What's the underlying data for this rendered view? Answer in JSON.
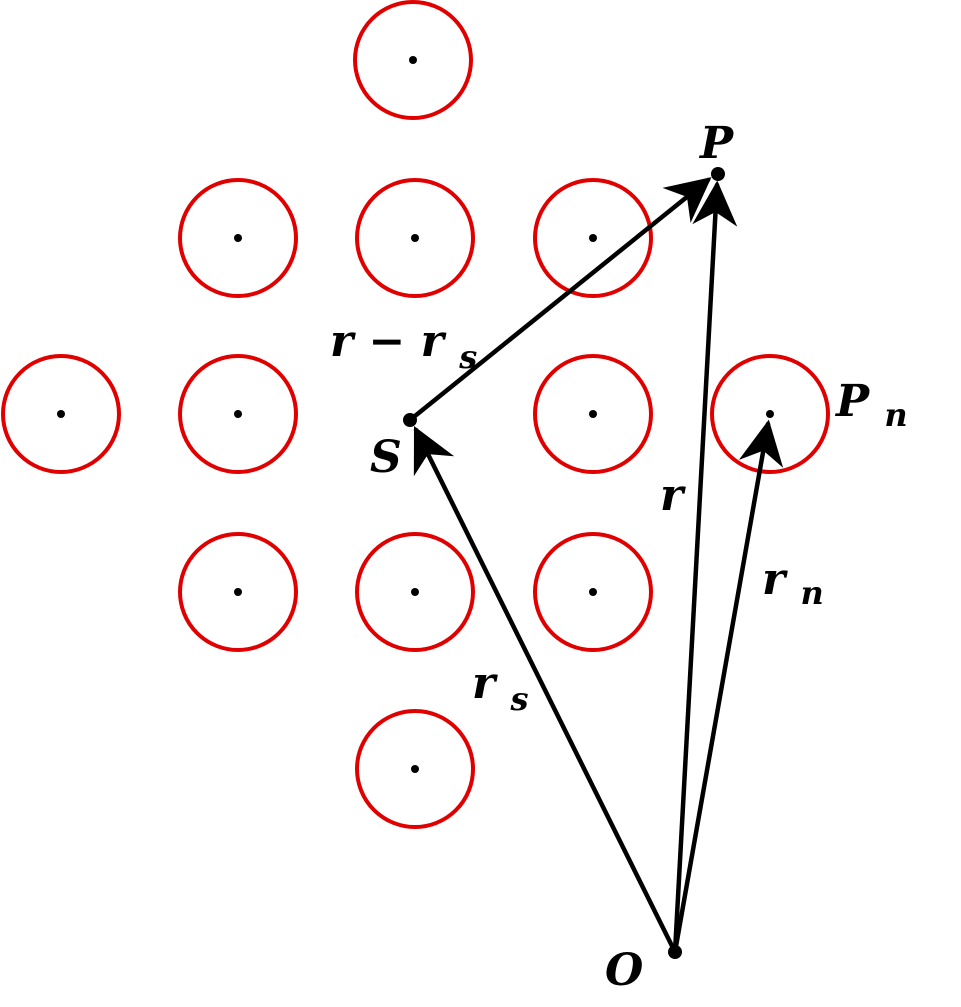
{
  "colors": {
    "ring": "#e00000",
    "ink": "#000000"
  },
  "labels": {
    "P": "P",
    "P_n_base": "P",
    "P_n_sub": "n",
    "S": "S",
    "O": "O",
    "r": "r",
    "r_n_base": "r",
    "r_n_sub": "n",
    "r_s_base": "r",
    "r_s_sub": "s",
    "r_minus_r_s": "r − r",
    "r_minus_r_s_sub": "s"
  }
}
